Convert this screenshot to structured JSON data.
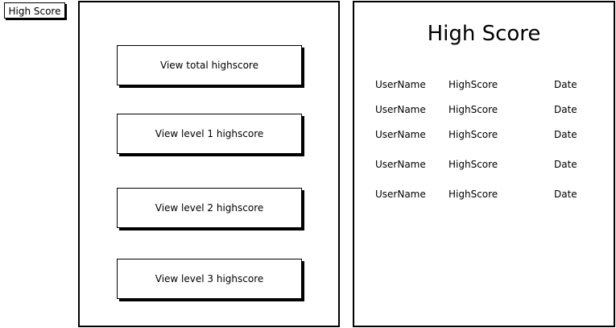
{
  "window_tag": "High Score",
  "menu": {
    "buttons": [
      {
        "label": "View total highscore"
      },
      {
        "label": "View level 1 highscore"
      },
      {
        "label": "View level 2 highscore"
      },
      {
        "label": "View level 3 highscore"
      }
    ]
  },
  "highscore": {
    "title": "High Score",
    "rows": [
      {
        "username": "UserName",
        "score": "HighScore",
        "date": "Date"
      },
      {
        "username": "UserName",
        "score": "HighScore",
        "date": "Date"
      },
      {
        "username": "UserName",
        "score": "HighScore",
        "date": "Date"
      },
      {
        "username": "UserName",
        "score": "HighScore",
        "date": "Date"
      },
      {
        "username": "UserName",
        "score": "HighScore",
        "date": "Date"
      }
    ]
  }
}
